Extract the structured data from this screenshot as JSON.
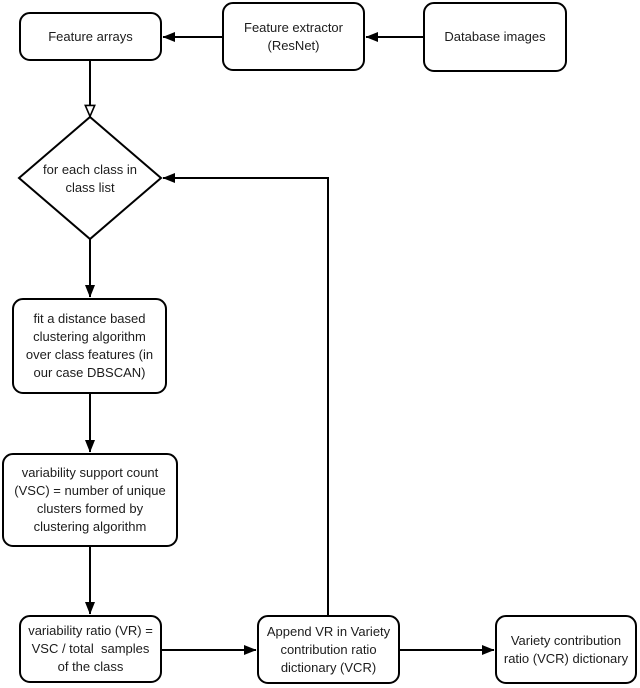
{
  "colors": {
    "background": "#ffffff",
    "node_fill": "#ffffff",
    "stroke": "#000000",
    "text": "#1c1c1c"
  },
  "nodes": {
    "feature_arrays": {
      "label": "Feature arrays",
      "shape": "rounded-rect"
    },
    "feature_extractor": {
      "label": "Feature extractor\n(ResNet)",
      "shape": "rounded-rect"
    },
    "database_images": {
      "label": "Database images",
      "shape": "rounded-rect"
    },
    "for_each_class": {
      "label": "for each class in\nclass list",
      "shape": "diamond"
    },
    "fit_clustering": {
      "label": "fit a distance based\nclustering algorithm\nover class features (in\nour case DBSCAN)",
      "shape": "rounded-rect"
    },
    "variability_support_count": {
      "label": "variability support count\n(VSC) = number of unique\nclusters formed by\nclustering algorithm",
      "shape": "rounded-rect"
    },
    "variability_ratio": {
      "label": "variability ratio (VR) =\nVSC / total  samples\nof the class",
      "shape": "rounded-rect"
    },
    "append_vcr": {
      "label": "Append VR in Variety\ncontribution ratio\ndictionary (VCR)",
      "shape": "rounded-rect"
    },
    "vcr_dictionary": {
      "label": "Variety contribution\nratio (VCR) dictionary",
      "shape": "rounded-rect"
    }
  },
  "edges": [
    {
      "from": "database_images",
      "to": "feature_extractor",
      "head": "filled"
    },
    {
      "from": "feature_extractor",
      "to": "feature_arrays",
      "head": "filled"
    },
    {
      "from": "feature_arrays",
      "to": "for_each_class",
      "head": "open"
    },
    {
      "from": "for_each_class",
      "to": "fit_clustering",
      "head": "filled"
    },
    {
      "from": "fit_clustering",
      "to": "variability_support_count",
      "head": "filled"
    },
    {
      "from": "variability_support_count",
      "to": "variability_ratio",
      "head": "filled"
    },
    {
      "from": "variability_ratio",
      "to": "append_vcr",
      "head": "filled"
    },
    {
      "from": "append_vcr",
      "to": "vcr_dictionary",
      "head": "filled"
    },
    {
      "from": "append_vcr",
      "to": "for_each_class",
      "head": "filled",
      "route": "up-then-left-loop"
    }
  ]
}
